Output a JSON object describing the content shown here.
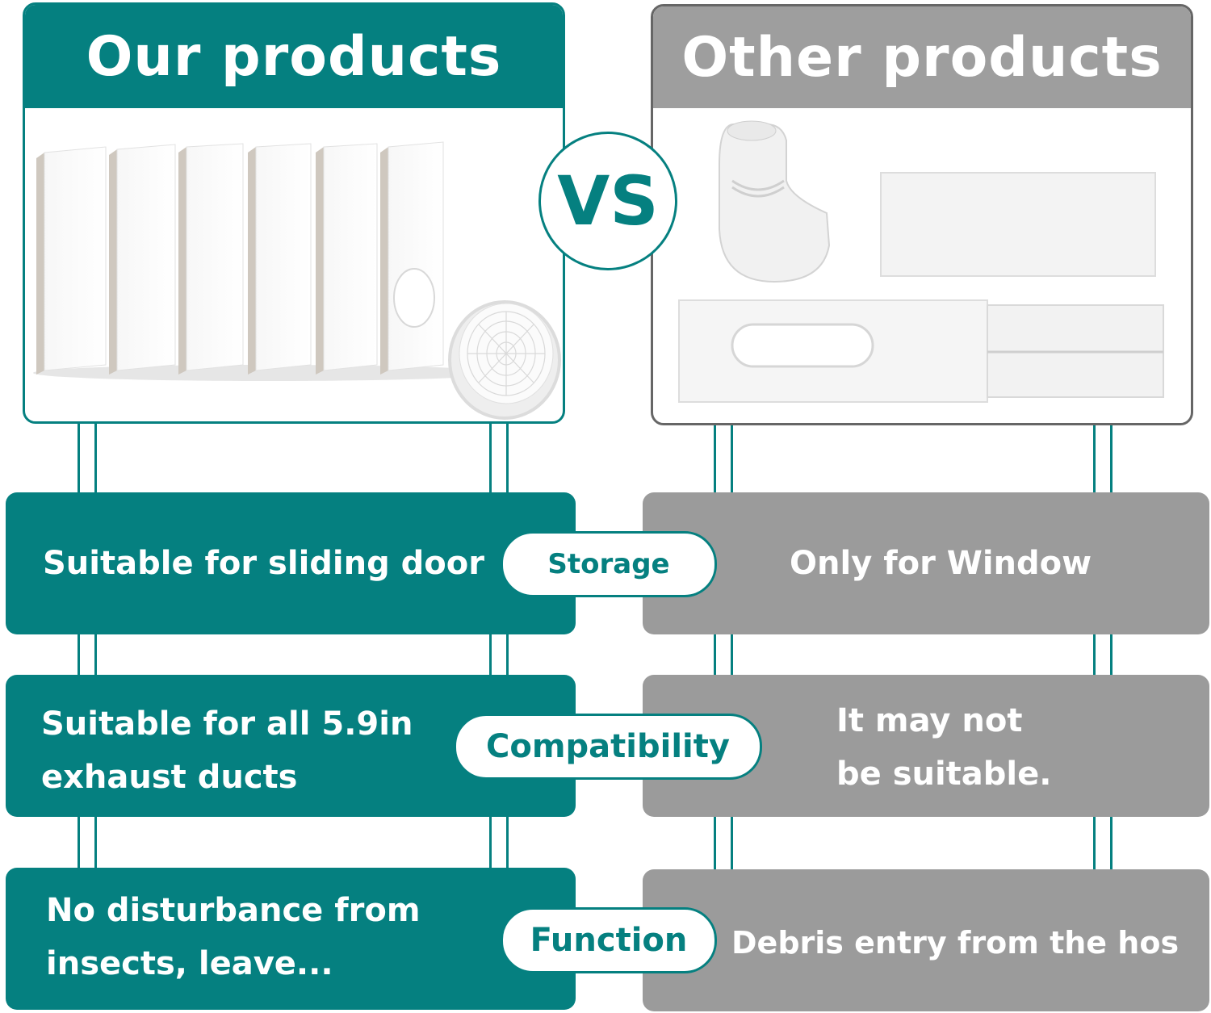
{
  "header": {
    "left_title": "Our products",
    "right_title": "Other products",
    "vs": "VS"
  },
  "colors": {
    "teal": "#058080",
    "gray": "#9b9b9b"
  },
  "rows": [
    {
      "category": "Storage",
      "ours": [
        "Suitable for sliding door"
      ],
      "others": [
        "Only for Window"
      ]
    },
    {
      "category": "Compatibility",
      "ours": [
        "Suitable for all 5.9in",
        "exhaust ducts"
      ],
      "others": [
        "It may not",
        "be suitable."
      ]
    },
    {
      "category": "Function",
      "ours": [
        "No disturbance from",
        "insects, leave..."
      ],
      "others": [
        "Debris entry from the hos"
      ]
    }
  ]
}
